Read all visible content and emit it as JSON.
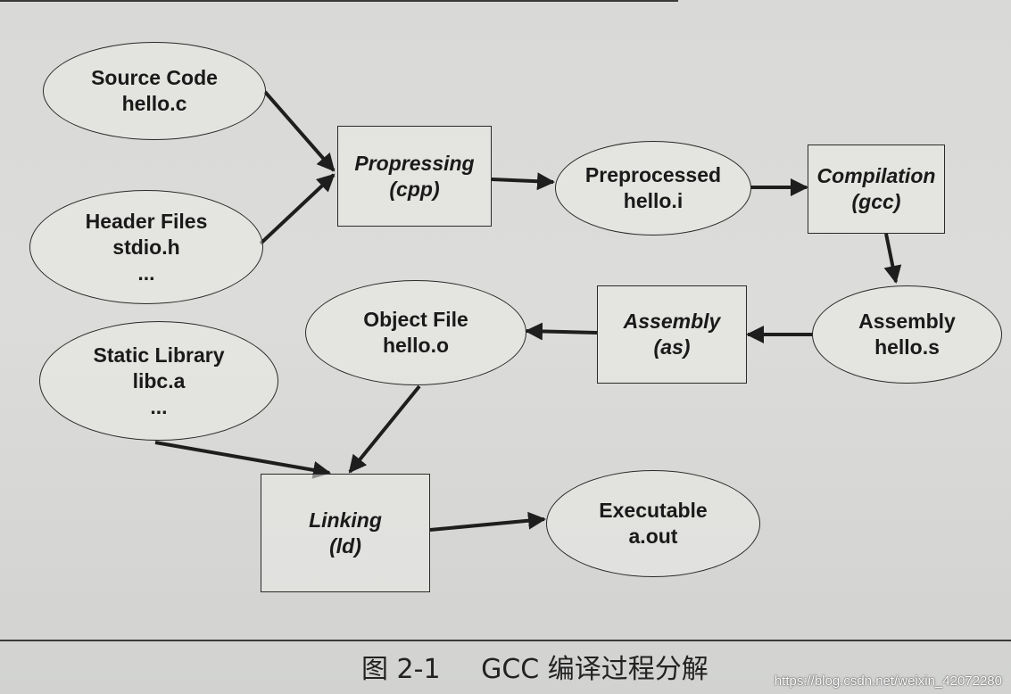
{
  "nodes": {
    "source_code": [
      "Source Code",
      "hello.c"
    ],
    "header_files": [
      "Header Files",
      "stdio.h",
      "..."
    ],
    "propressing": [
      "Propressing",
      "(cpp)"
    ],
    "preprocessed": [
      "Preprocessed",
      "hello.i"
    ],
    "compilation": [
      "Compilation",
      "(gcc)"
    ],
    "assembly_file": [
      "Assembly",
      "hello.s"
    ],
    "assembly_step": [
      "Assembly",
      "(as)"
    ],
    "object_file": [
      "Object File",
      "hello.o"
    ],
    "static_library": [
      "Static Library",
      "libc.a",
      "..."
    ],
    "linking": [
      "Linking",
      "(ld)"
    ],
    "executable": [
      "Executable",
      "a.out"
    ]
  },
  "caption": {
    "figure_number": "图 2-1",
    "title": "GCC 编译过程分解"
  },
  "watermark": "https://blog.csdn.net/weixin_42072280"
}
